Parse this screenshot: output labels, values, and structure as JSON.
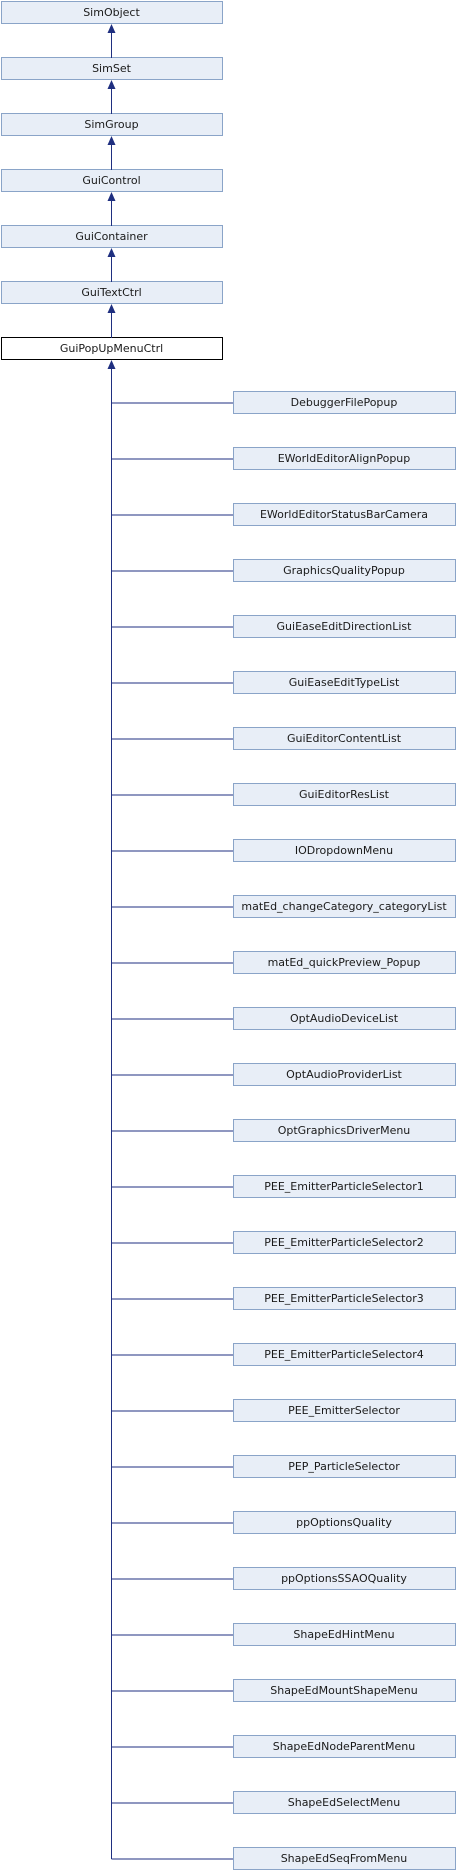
{
  "ancestors": [
    {
      "name": "SimObject"
    },
    {
      "name": "SimSet"
    },
    {
      "name": "SimGroup"
    },
    {
      "name": "GuiControl"
    },
    {
      "name": "GuiContainer"
    },
    {
      "name": "GuiTextCtrl"
    }
  ],
  "current": {
    "name": "GuiPopUpMenuCtrl"
  },
  "children": [
    {
      "name": "DebuggerFilePopup"
    },
    {
      "name": "EWorldEditorAlignPopup"
    },
    {
      "name": "EWorldEditorStatusBarCamera"
    },
    {
      "name": "GraphicsQualityPopup"
    },
    {
      "name": "GuiEaseEditDirectionList"
    },
    {
      "name": "GuiEaseEditTypeList"
    },
    {
      "name": "GuiEditorContentList"
    },
    {
      "name": "GuiEditorResList"
    },
    {
      "name": "IODropdownMenu"
    },
    {
      "name": "matEd_changeCategory_categoryList"
    },
    {
      "name": "matEd_quickPreview_Popup"
    },
    {
      "name": "OptAudioDeviceList"
    },
    {
      "name": "OptAudioProviderList"
    },
    {
      "name": "OptGraphicsDriverMenu"
    },
    {
      "name": "PEE_EmitterParticleSelector1"
    },
    {
      "name": "PEE_EmitterParticleSelector2"
    },
    {
      "name": "PEE_EmitterParticleSelector3"
    },
    {
      "name": "PEE_EmitterParticleSelector4"
    },
    {
      "name": "PEE_EmitterSelector"
    },
    {
      "name": "PEP_ParticleSelector"
    },
    {
      "name": "ppOptionsQuality"
    },
    {
      "name": "ppOptionsSSAOQuality"
    },
    {
      "name": "ShapeEdHintMenu"
    },
    {
      "name": "ShapeEdMountShapeMenu"
    },
    {
      "name": "ShapeEdNodeParentMenu"
    },
    {
      "name": "ShapeEdSelectMenu"
    },
    {
      "name": "ShapeEdSeqFromMenu"
    }
  ],
  "colors": {
    "box_fill": "#e8eef7",
    "box_border": "#8aa4c8",
    "current_border": "#000000",
    "edge": "#1f2f80"
  }
}
